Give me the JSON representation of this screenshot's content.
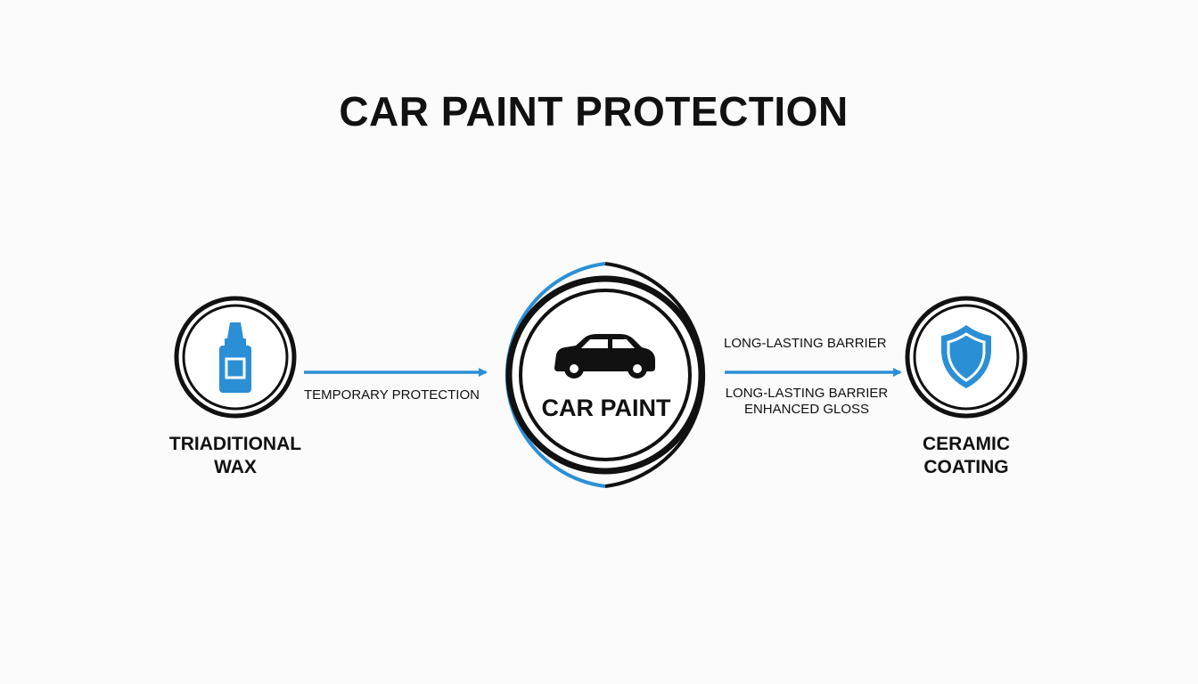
{
  "title": "CAR PAINT PROTECTION",
  "colors": {
    "accent": "#2b8fd6",
    "stroke": "#111111",
    "background": "#fbfbfb"
  },
  "nodes": {
    "left": {
      "icon": "wax-bottle-icon",
      "label_line1": "TRIADITIONAL",
      "label_line2": "WAX"
    },
    "center": {
      "icon": "car-icon",
      "label": "CAR PAINT"
    },
    "right": {
      "icon": "shield-icon",
      "label_line1": "CERAMIC",
      "label_line2": "COATING"
    }
  },
  "edges": {
    "left_to_center": {
      "label": "TEMPORARY PROTECTION"
    },
    "center_to_right": {
      "label_above": "LONG-LASTING BARRIER",
      "label_below_line1": "LONG-LASTING BARRIER",
      "label_below_line2": "ENHANCED GLOSS"
    }
  }
}
